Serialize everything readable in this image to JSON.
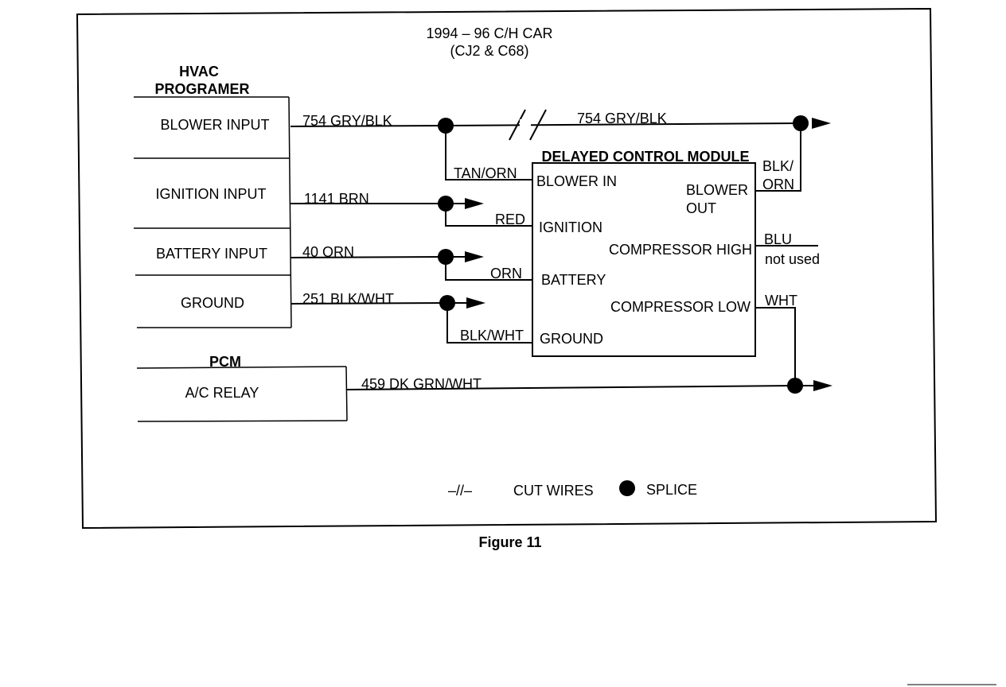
{
  "title": {
    "line1": "1994 – 96  C/H CAR",
    "line2": "(CJ2 & C68)"
  },
  "hvac": {
    "title_line1": "HVAC",
    "title_line2": "PROGRAMER",
    "blower_input": "BLOWER INPUT",
    "ignition_input": "IGNITION INPUT",
    "battery_input": "BATTERY INPUT",
    "ground": "GROUND"
  },
  "pcm": {
    "title": "PCM",
    "ac_relay": "A/C RELAY"
  },
  "wires": {
    "w754_left": "754 GRY/BLK",
    "w754_right": "754 GRY/BLK",
    "w1141": "1141 BRN",
    "w40": "40 ORN",
    "w251": "251 BLK/WHT",
    "w459": "459  DK GRN/WHT",
    "tan_orn": "TAN/ORN",
    "red": "RED",
    "orn": "ORN",
    "blk_wht": "BLK/WHT",
    "blk_orn_1": "BLK/",
    "blk_orn_2": "ORN",
    "blu": "BLU",
    "not_used": "not used",
    "wht": "WHT"
  },
  "module": {
    "title": "DELAYED CONTROL MODULE",
    "blower_in": "BLOWER IN",
    "ignition": "IGNITION",
    "battery": "BATTERY",
    "ground": "GROUND",
    "blower_out_1": "BLOWER",
    "blower_out_2": "OUT",
    "compressor_high": "COMPRESSOR HIGH",
    "compressor_low": "COMPRESSOR LOW"
  },
  "legend": {
    "cut_symbol": "–//–",
    "cut_wires": "CUT WIRES",
    "splice": "SPLICE"
  },
  "caption": "Figure 11"
}
